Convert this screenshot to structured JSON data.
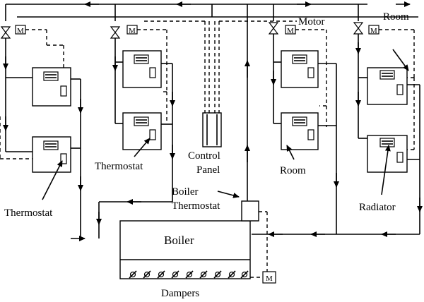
{
  "labels": {
    "motor": "Motor",
    "room_top": "Room",
    "room_mid": "Room",
    "control_panel_l1": "Control",
    "control_panel_l2": "Panel",
    "thermostat_left": "Thermostat",
    "thermostat_mid": "Thermostat",
    "boiler_thermostat_l1": "Boiler",
    "boiler_thermostat_l2": "Thermostat",
    "radiator": "Radiator",
    "boiler": "Boiler",
    "dampers": "Dampers",
    "motor_symbol": "M"
  },
  "zones": [
    "zone-1",
    "zone-2",
    "zone-3",
    "zone-4"
  ]
}
